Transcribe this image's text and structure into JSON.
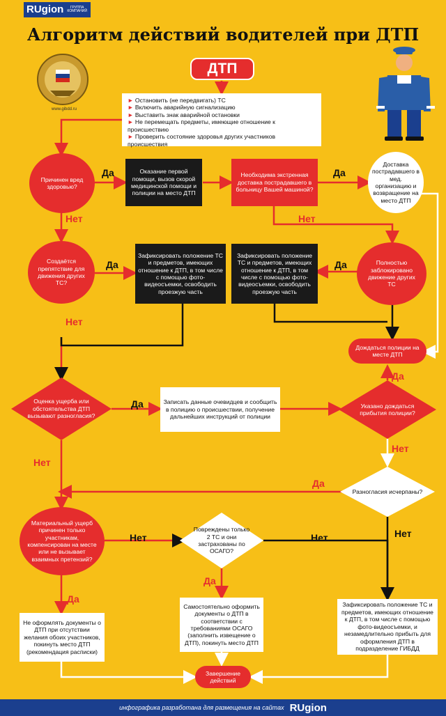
{
  "header": {
    "logo_tag": "ГРУППА КОМПАНИЙ",
    "logo": "RUgion",
    "title": "Алгоритм действий водителей при ДТП",
    "site": "www.gibdd.ru"
  },
  "nodes": {
    "dtp": "ДТП",
    "first_steps": [
      "Остановить (не передвигать) ТС",
      "Включить аварийную сигнализацию",
      "Выставить знак аварийной остановки",
      "Не перемещать предметы, имеющие отношение к происшествию",
      "Проверить состояние здоровья других участников происшествия"
    ],
    "q_harm": "Причинен вред здоровью?",
    "first_aid": "Оказание первой помощи, вызов скорой медицинской помощи и полиции на место ДТП",
    "q_emergency": "Необходима экстренная доставка пострадавшего в больницу Вашей машиной?",
    "delivery": "Доставка пострадавшего в мед. организацию и возвращение на место ДТП",
    "q_obstacle": "Создаётся препятствие для движения других ТС?",
    "fix_left": "Зафиксировать положение ТС и предметов, имеющих отношение к ДТП, в том числе с помощью фото-видеосъемки, освободить проезжую часть",
    "fix_right": "Зафиксировать положение ТС и предметов, имеющих отношение к ДТП, в том числе с помощью фото-видеосъемки, освободить проезжую часть",
    "q_blocked": "Полностью заблокировано движение других ТС",
    "wait_police": "Дождаться полиции на месте ДТП",
    "q_disagree": "Оценка ущерба или обстоятельства ДТП вызывают разногласия?",
    "record_witness": "Записать данные очевидцев и сообщить в полицию о происшествии, получение дальнейших инструкций от полиции",
    "q_wait": "Указано дождаться прибытия полиции?",
    "q_resolved": "Разногласия исчерпаны?",
    "q_material": "Материальный ущерб причинен только участникам, компенсирован на месте или не вызывает взаимных претензий?",
    "q_two_cars": "Повреждены только 2 ТС и они застрахованы по ОСАГО?",
    "no_docs": "Не оформлять документы о ДТП при отсутствии желания обоих участников, покинуть место ДТП (рекомендация расписки)",
    "self_docs": "Самостоятельно оформить документы о ДТП в соответствии с требованиями ОСАГО (заполнить извещение о ДТП), покинуть место ДТП",
    "fix_gibdd": "Зафиксировать положение ТС и предметов, имеющих отношение к ДТП, в том числе с помощью фото-видеосъемки, и незамедлительно прибыть для оформления ДТП в подразделение ГИБДД",
    "end": "Завершение действий"
  },
  "labels": {
    "yes": "Да",
    "no": "Нет"
  },
  "footer": {
    "text": "инфографика разработана для размещения на сайтах",
    "logo": "RUgion"
  },
  "colors": {
    "background": "#f7bf17",
    "accent": "#e52d2d",
    "dark": "#1a1a1a",
    "footer": "#1b3f8e"
  }
}
